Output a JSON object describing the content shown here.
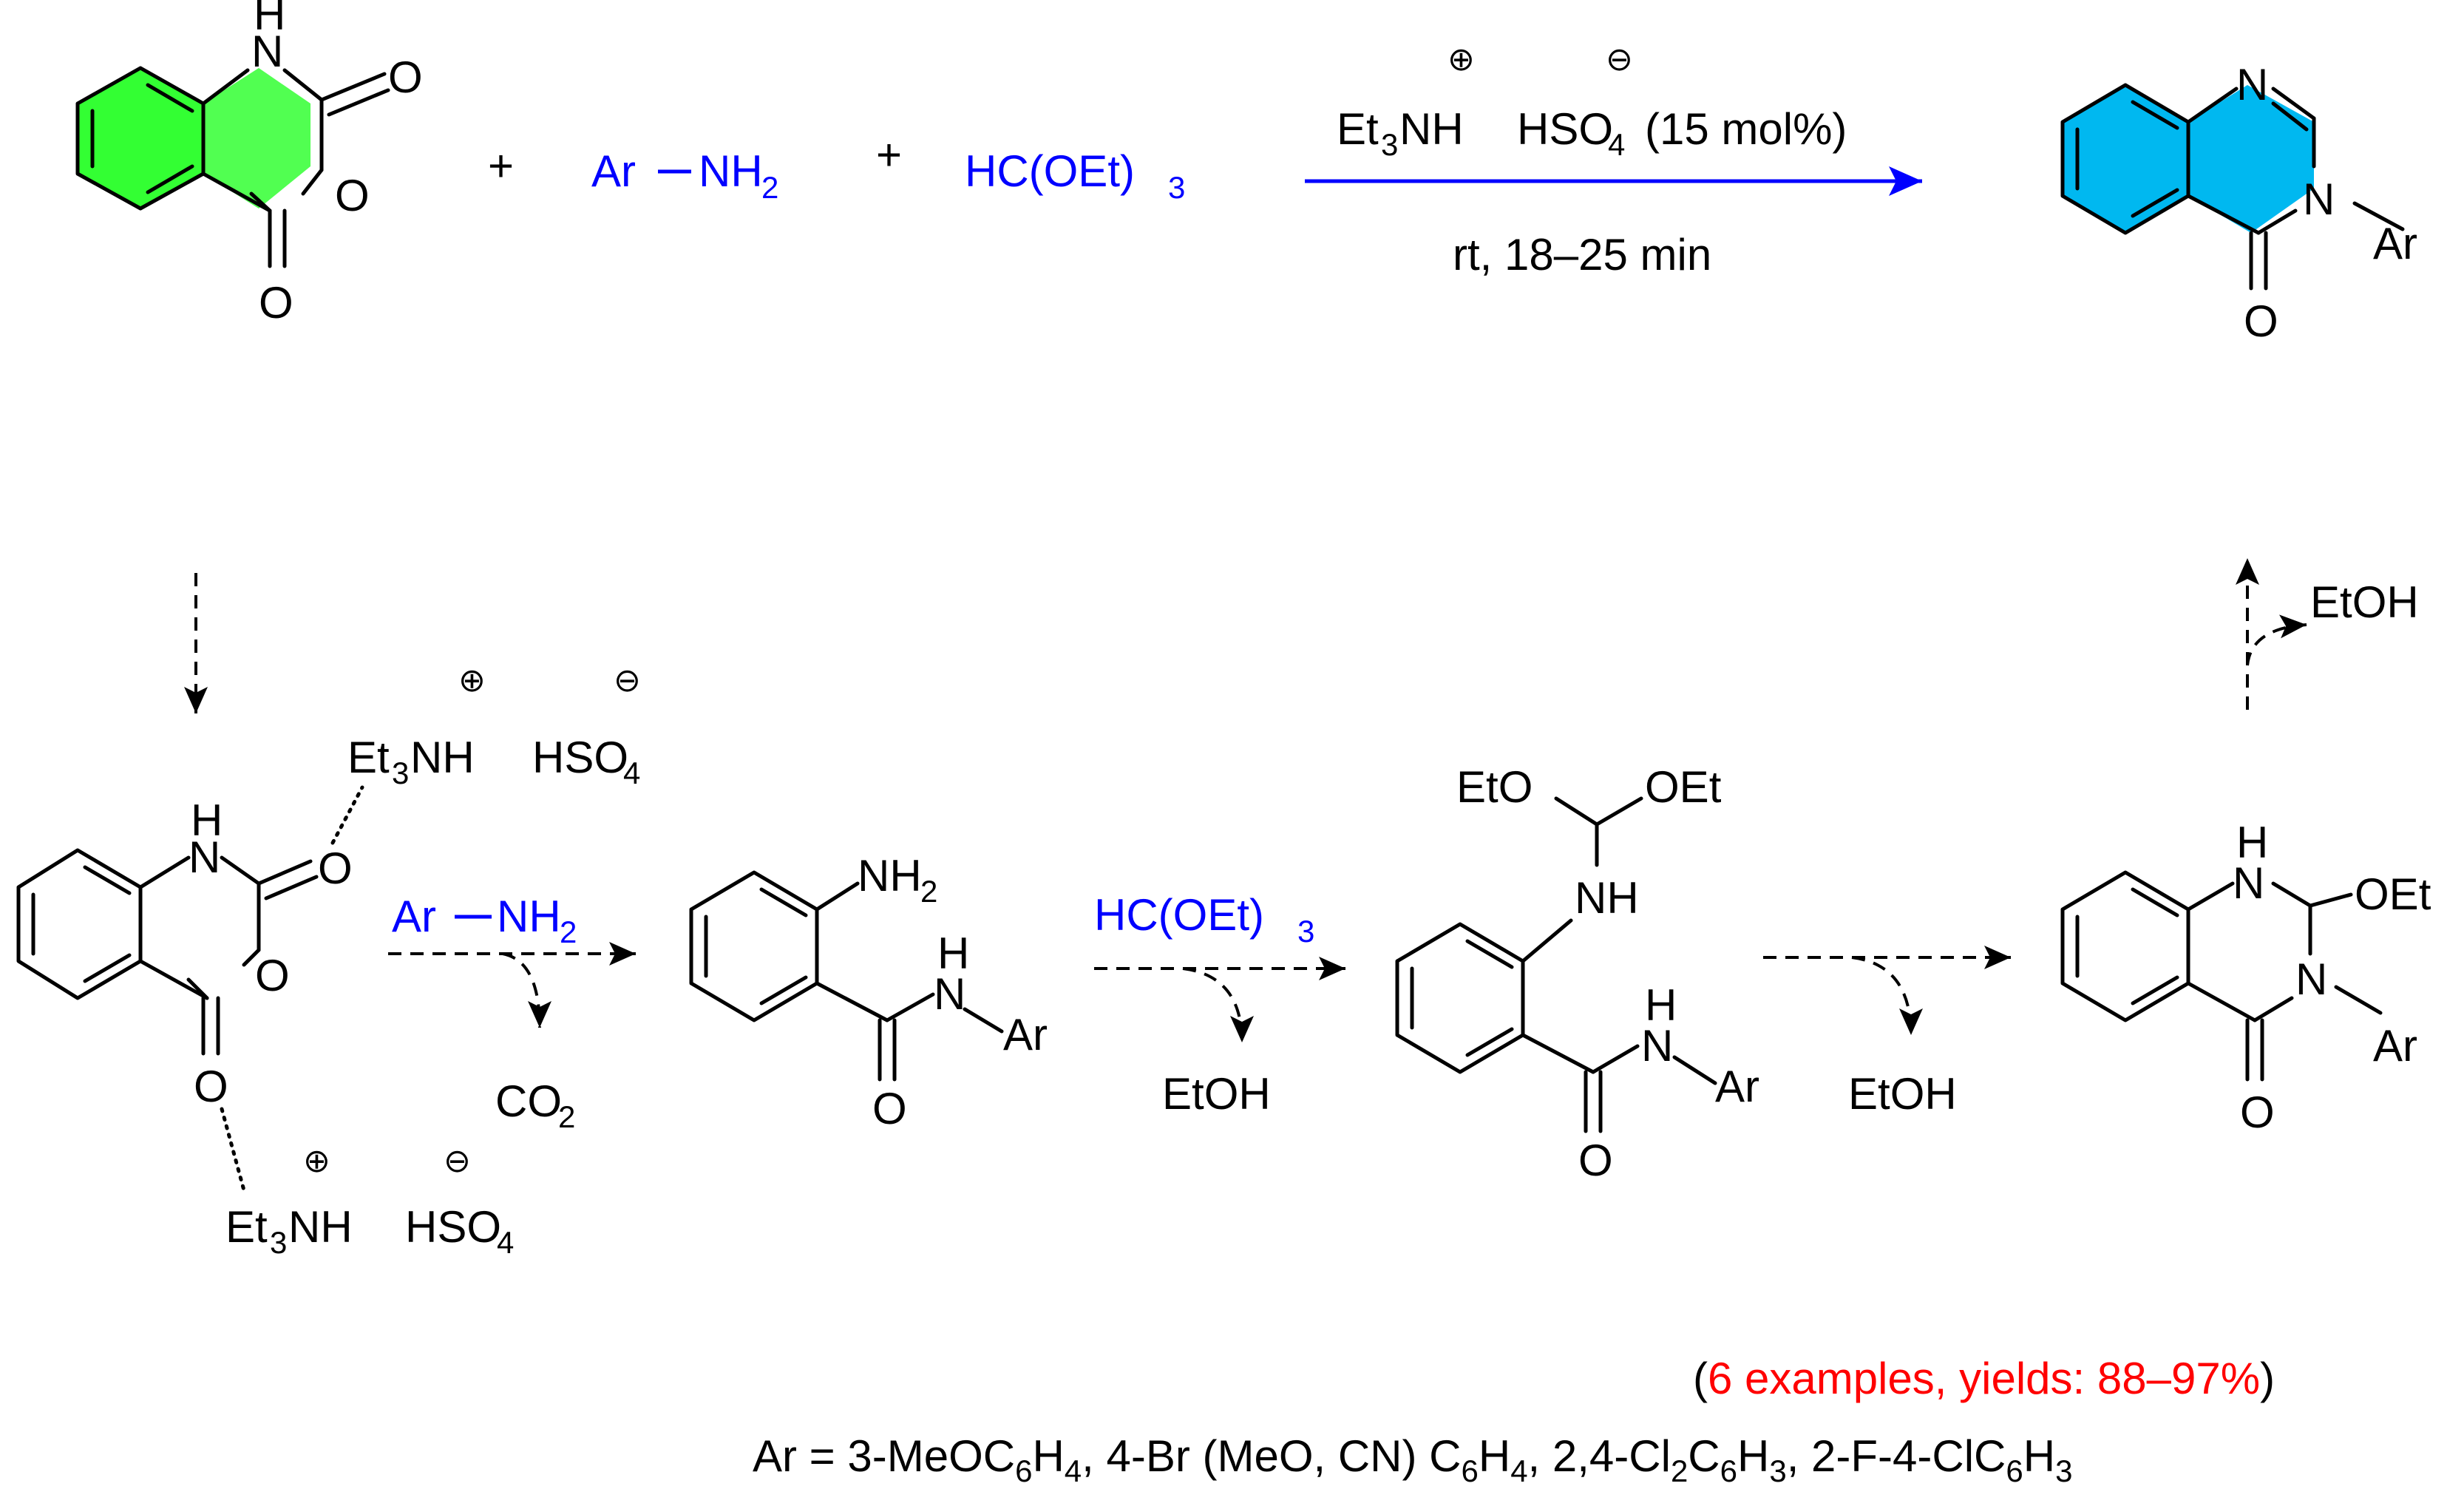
{
  "colors": {
    "highlight_green": "#33ff33",
    "highlight_cyan": "#00b8f0",
    "reagent_blue": "#0000ff",
    "yield_red": "#ff0000"
  },
  "atoms": {
    "N": "N",
    "H": "H",
    "O": "O",
    "Ar": "Ar",
    "NH": "NH",
    "NH2_base": "NH",
    "NH2_sub": "2",
    "plus": "+",
    "charge_plus": "⊕",
    "charge_minus": "⊖"
  },
  "reagents": {
    "amine_left": "Ar",
    "amine_right_base": "NH",
    "amine_right_sub": "2",
    "orthoformate_base": "HC(OEt)",
    "orthoformate_sub": "3",
    "catalyst_cation_a": "Et",
    "catalyst_cation_sub": "3",
    "catalyst_cation_b": "NH",
    "catalyst_anion_a": "HSO",
    "catalyst_anion_sub": "4",
    "catalyst_loading": "(15 mol%)",
    "conditions": "rt, 18–25 min"
  },
  "byproducts": {
    "co2_base": "CO",
    "co2_sub": "2",
    "etoh": "EtOH"
  },
  "intermediates": {
    "acetal_left": "EtO",
    "acetal_right": "OEt",
    "oet": "OEt"
  },
  "footer": {
    "yield_open": "(",
    "yield_text": "6 examples, yields: 88–97%",
    "yield_close": ")",
    "ar_def": [
      "Ar  = 3-MeOC",
      "6",
      "H",
      "4",
      ", 4-Br (MeO, CN) C",
      "6",
      "H",
      "4",
      ", 2,4-Cl",
      "2",
      "C",
      "6",
      "H",
      "3",
      ", 2-F-4-ClC",
      "6",
      "H",
      "3"
    ]
  }
}
